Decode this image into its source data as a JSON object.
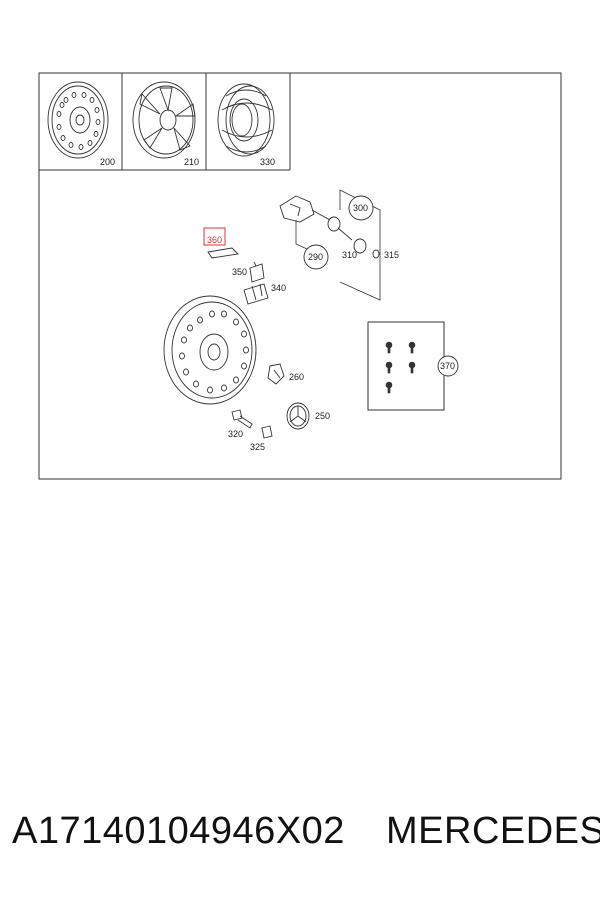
{
  "diagram": {
    "top_labels": {
      "steel_wheel": "200",
      "alloy_wheel": "210",
      "tire": "330"
    },
    "labels": {
      "p360": "360",
      "p350": "350",
      "p340": "340",
      "p300": "300",
      "p290": "290",
      "p310": "310",
      "p315": "315",
      "p370": "370",
      "p260": "260",
      "p250": "250",
      "p320": "320",
      "p325": "325"
    },
    "highlight_color": "#e0303a"
  },
  "footer": {
    "part_number": "A17140104946X02",
    "brand": "MERCEDES"
  }
}
